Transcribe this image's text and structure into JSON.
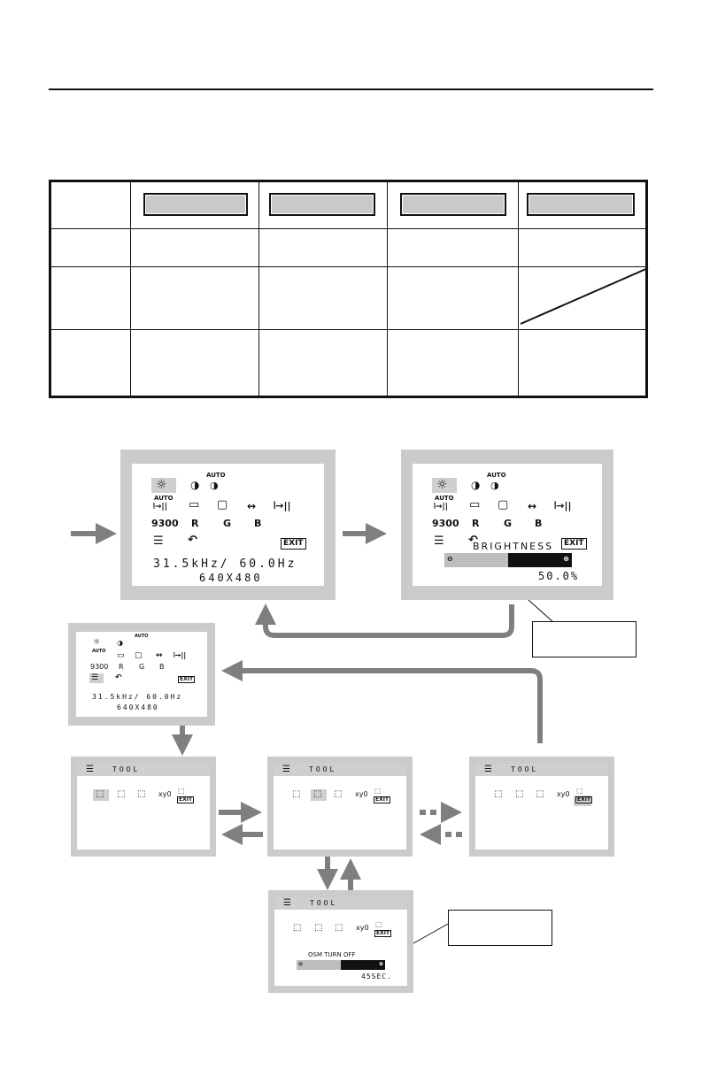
{
  "osd_main": {
    "row1": [
      "☼",
      "◑",
      "AUTO"
    ],
    "row2_auto": "AUTO",
    "row3": [
      "9300",
      "R",
      "G",
      "B"
    ],
    "exit": "EXIT",
    "freq": "31.5kHz/ 60.0Hz",
    "res": "640X480"
  },
  "osd_bright": {
    "label": "BRIGHTNESS",
    "value": "50.0%",
    "level": 0.5
  },
  "tool": {
    "title": "TOOL",
    "items": [
      "⬚",
      "⬚",
      "⬚",
      "xy0",
      "⬚"
    ],
    "exit": "EXIT",
    "osm_label": "OSM TURN OFF",
    "osm_value": "45SEC."
  },
  "colors": {
    "arrow": "#7f7f7f",
    "frame": "#cbcbcb",
    "key": "#c9c9c9"
  }
}
